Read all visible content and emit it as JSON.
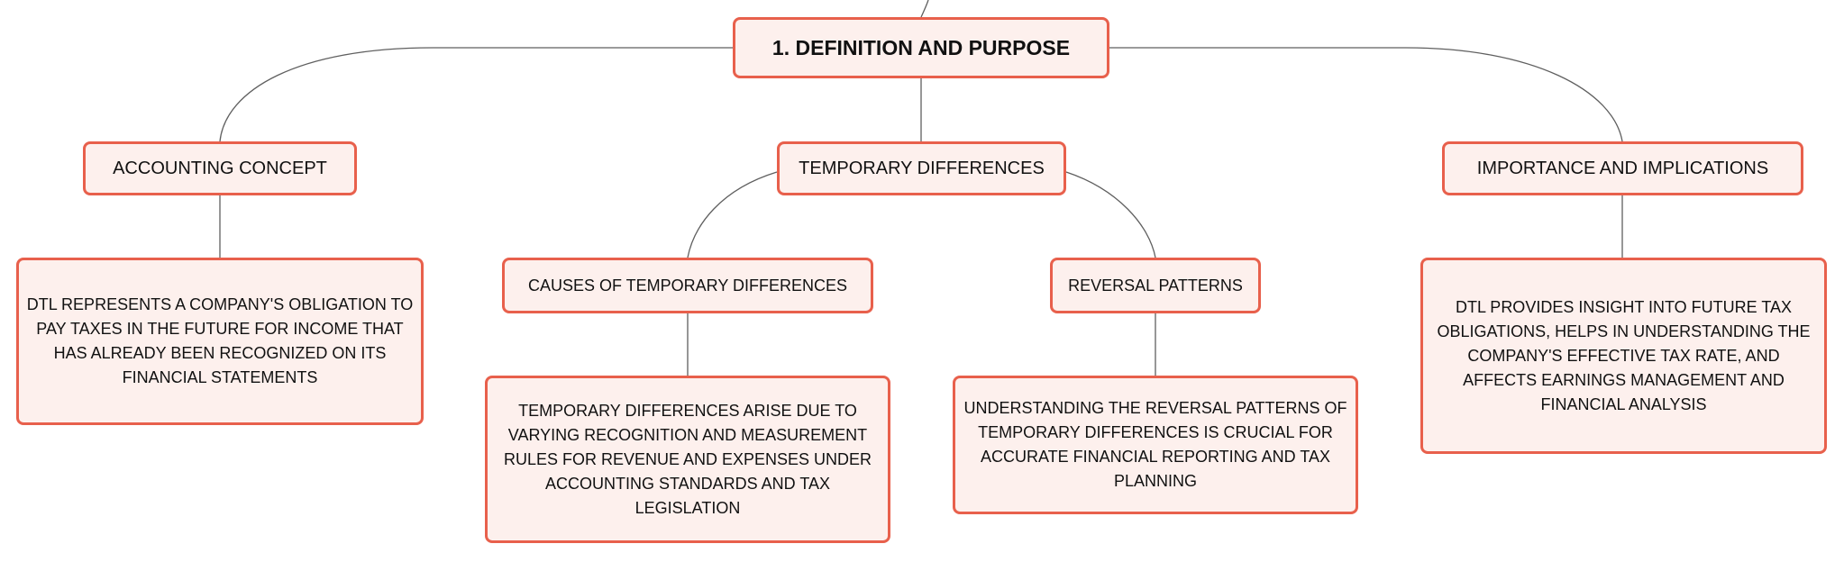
{
  "root": {
    "label": "1. DEFINITION AND PURPOSE"
  },
  "branches": [
    {
      "label": "ACCOUNTING CONCEPT",
      "detail": "DTL REPRESENTS A COMPANY'S OBLIGATION TO PAY TAXES IN THE FUTURE FOR INCOME THAT HAS ALREADY BEEN RECOGNIZED ON ITS FINANCIAL STATEMENTS"
    },
    {
      "label": "TEMPORARY DIFFERENCES",
      "children": [
        {
          "label": "CAUSES OF TEMPORARY DIFFERENCES",
          "detail": "TEMPORARY DIFFERENCES ARISE DUE TO VARYING RECOGNITION AND MEASUREMENT RULES FOR REVENUE AND EXPENSES UNDER ACCOUNTING STANDARDS AND TAX LEGISLATION"
        },
        {
          "label": "REVERSAL PATTERNS",
          "detail": "UNDERSTANDING THE REVERSAL PATTERNS OF TEMPORARY DIFFERENCES IS CRUCIAL FOR ACCURATE FINANCIAL REPORTING AND TAX PLANNING"
        }
      ]
    },
    {
      "label": "IMPORTANCE AND IMPLICATIONS",
      "detail": "DTL PROVIDES INSIGHT INTO FUTURE TAX OBLIGATIONS, HELPS IN UNDERSTANDING THE COMPANY'S EFFECTIVE TAX RATE, AND AFFECTS EARNINGS MANAGEMENT AND FINANCIAL ANALYSIS"
    }
  ],
  "colors": {
    "node_border": "#e8604c",
    "node_fill": "#fdf0ed",
    "connector": "#5f5f5f",
    "text": "#111111"
  }
}
